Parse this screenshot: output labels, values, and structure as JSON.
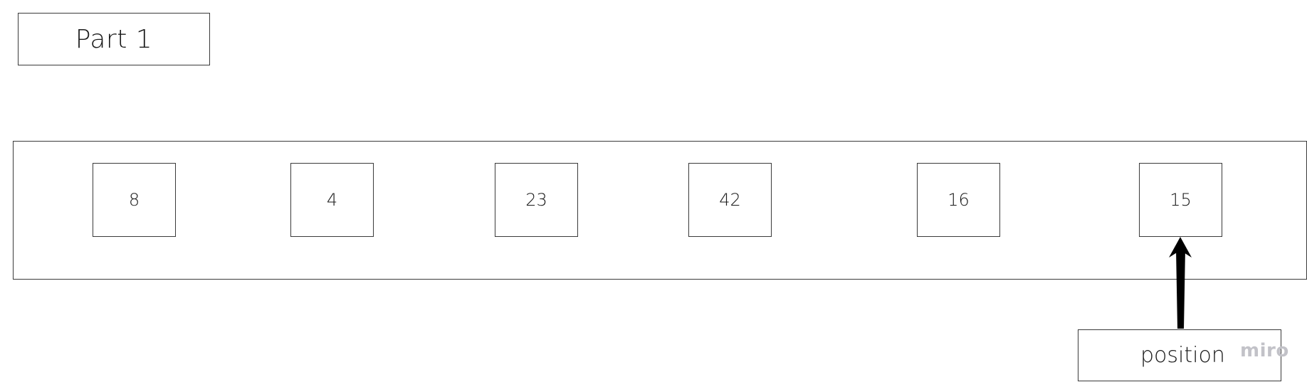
{
  "title": "Part 1",
  "array": {
    "cells": [
      {
        "value": "8"
      },
      {
        "value": "4"
      },
      {
        "value": "23"
      },
      {
        "value": "42"
      },
      {
        "value": "16"
      },
      {
        "value": "15"
      }
    ]
  },
  "pointer": {
    "label": "position",
    "target_cell_index": 5
  },
  "watermark": "miro"
}
